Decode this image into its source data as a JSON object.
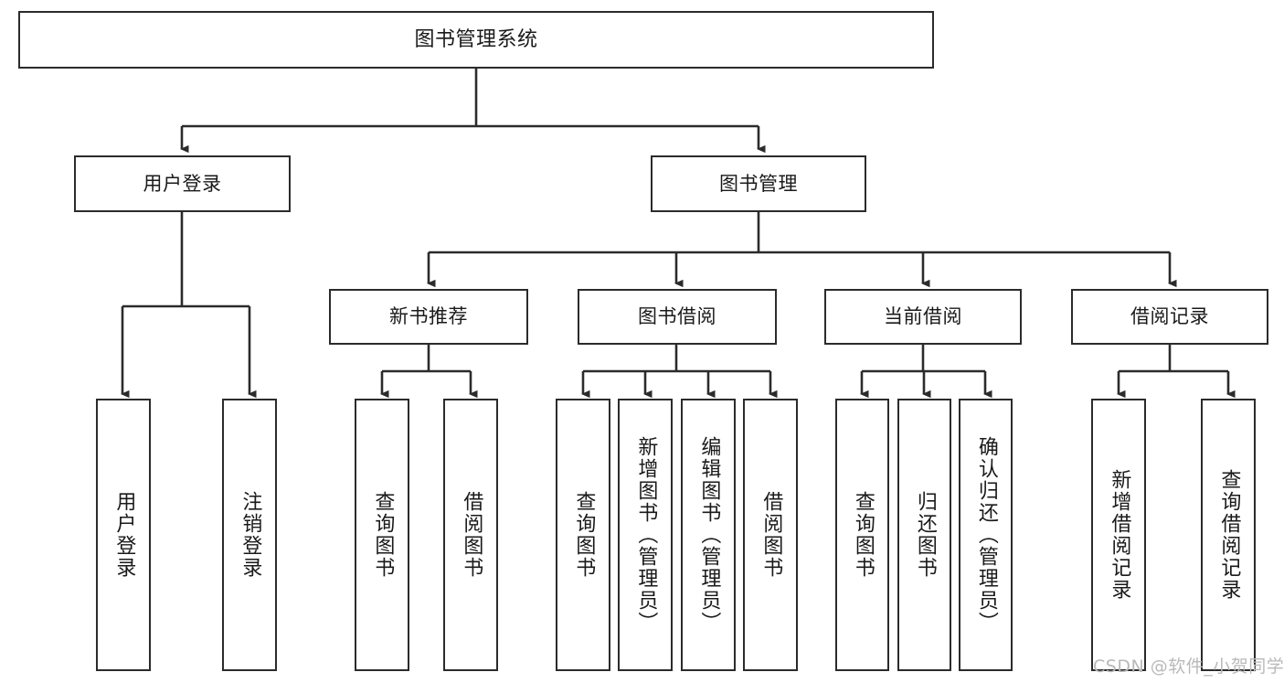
{
  "diagram": {
    "title": "图书管理系统",
    "type": "tree",
    "orientation": "top-down",
    "colors": {
      "box_border": "#2b2b2b",
      "box_fill": "#ffffff",
      "edge": "#2b2b2b",
      "text": "#1a1a1a",
      "watermark": "#b9b9b9",
      "background": "#ffffff"
    },
    "root": {
      "label": "图书管理系统"
    },
    "level2": [
      {
        "label": "用户登录"
      },
      {
        "label": "图书管理"
      }
    ],
    "level3": [
      {
        "label": "新书推荐"
      },
      {
        "label": "图书借阅"
      },
      {
        "label": "当前借阅"
      },
      {
        "label": "借阅记录"
      }
    ],
    "leaves": {
      "user_login": [
        {
          "label": "用户登录"
        },
        {
          "label": "注销登录"
        }
      ],
      "new_book_recommend": [
        {
          "label": "查询图书"
        },
        {
          "label": "借阅图书"
        }
      ],
      "book_borrow": [
        {
          "label": "查询图书"
        },
        {
          "label": "新增图书（管理员）"
        },
        {
          "label": "编辑图书（管理员）"
        },
        {
          "label": "借阅图书"
        }
      ],
      "current_borrow": [
        {
          "label": "查询图书"
        },
        {
          "label": "归还图书"
        },
        {
          "label": "确认归还（管理员）"
        }
      ],
      "borrow_record": [
        {
          "label": "新增借阅记录"
        },
        {
          "label": "查询借阅记录"
        }
      ]
    }
  },
  "watermark": {
    "text": "CSDN @软件_小贺同学"
  }
}
